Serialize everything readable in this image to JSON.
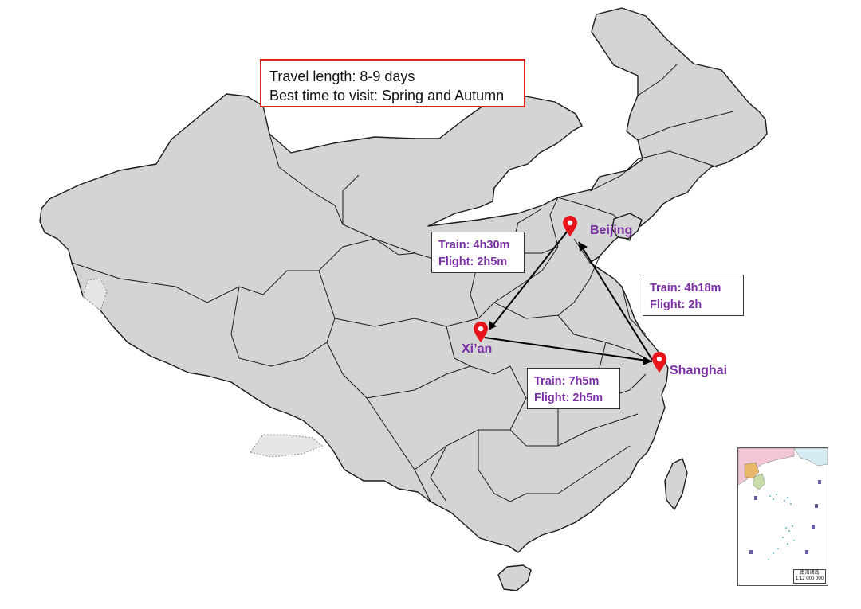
{
  "info": {
    "travel_length": "Travel length: 8-9 days",
    "best_time": "Best time to visit: Spring and Autumn"
  },
  "cities": {
    "beijing": "Beijing",
    "xian": "Xi’an",
    "shanghai": "Shanghai"
  },
  "routes": {
    "beijing_xian": {
      "train": "Train: 4h30m",
      "flight": "Flight: 2h5m"
    },
    "shanghai_beijing": {
      "train": "Train: 4h18m",
      "flight": "Flight: 2h"
    },
    "xian_shanghai": {
      "train": "Train: 7h5m",
      "flight": "Flight: 2h5m"
    }
  },
  "inset": {
    "caption_line1": "南海诸岛",
    "caption_line2": "1:12 000 000"
  },
  "colors": {
    "province_fill": "#d4d4d4",
    "pin": "#e8141b",
    "label_purple": "#7a2fa3",
    "info_border": "#e0201b"
  }
}
